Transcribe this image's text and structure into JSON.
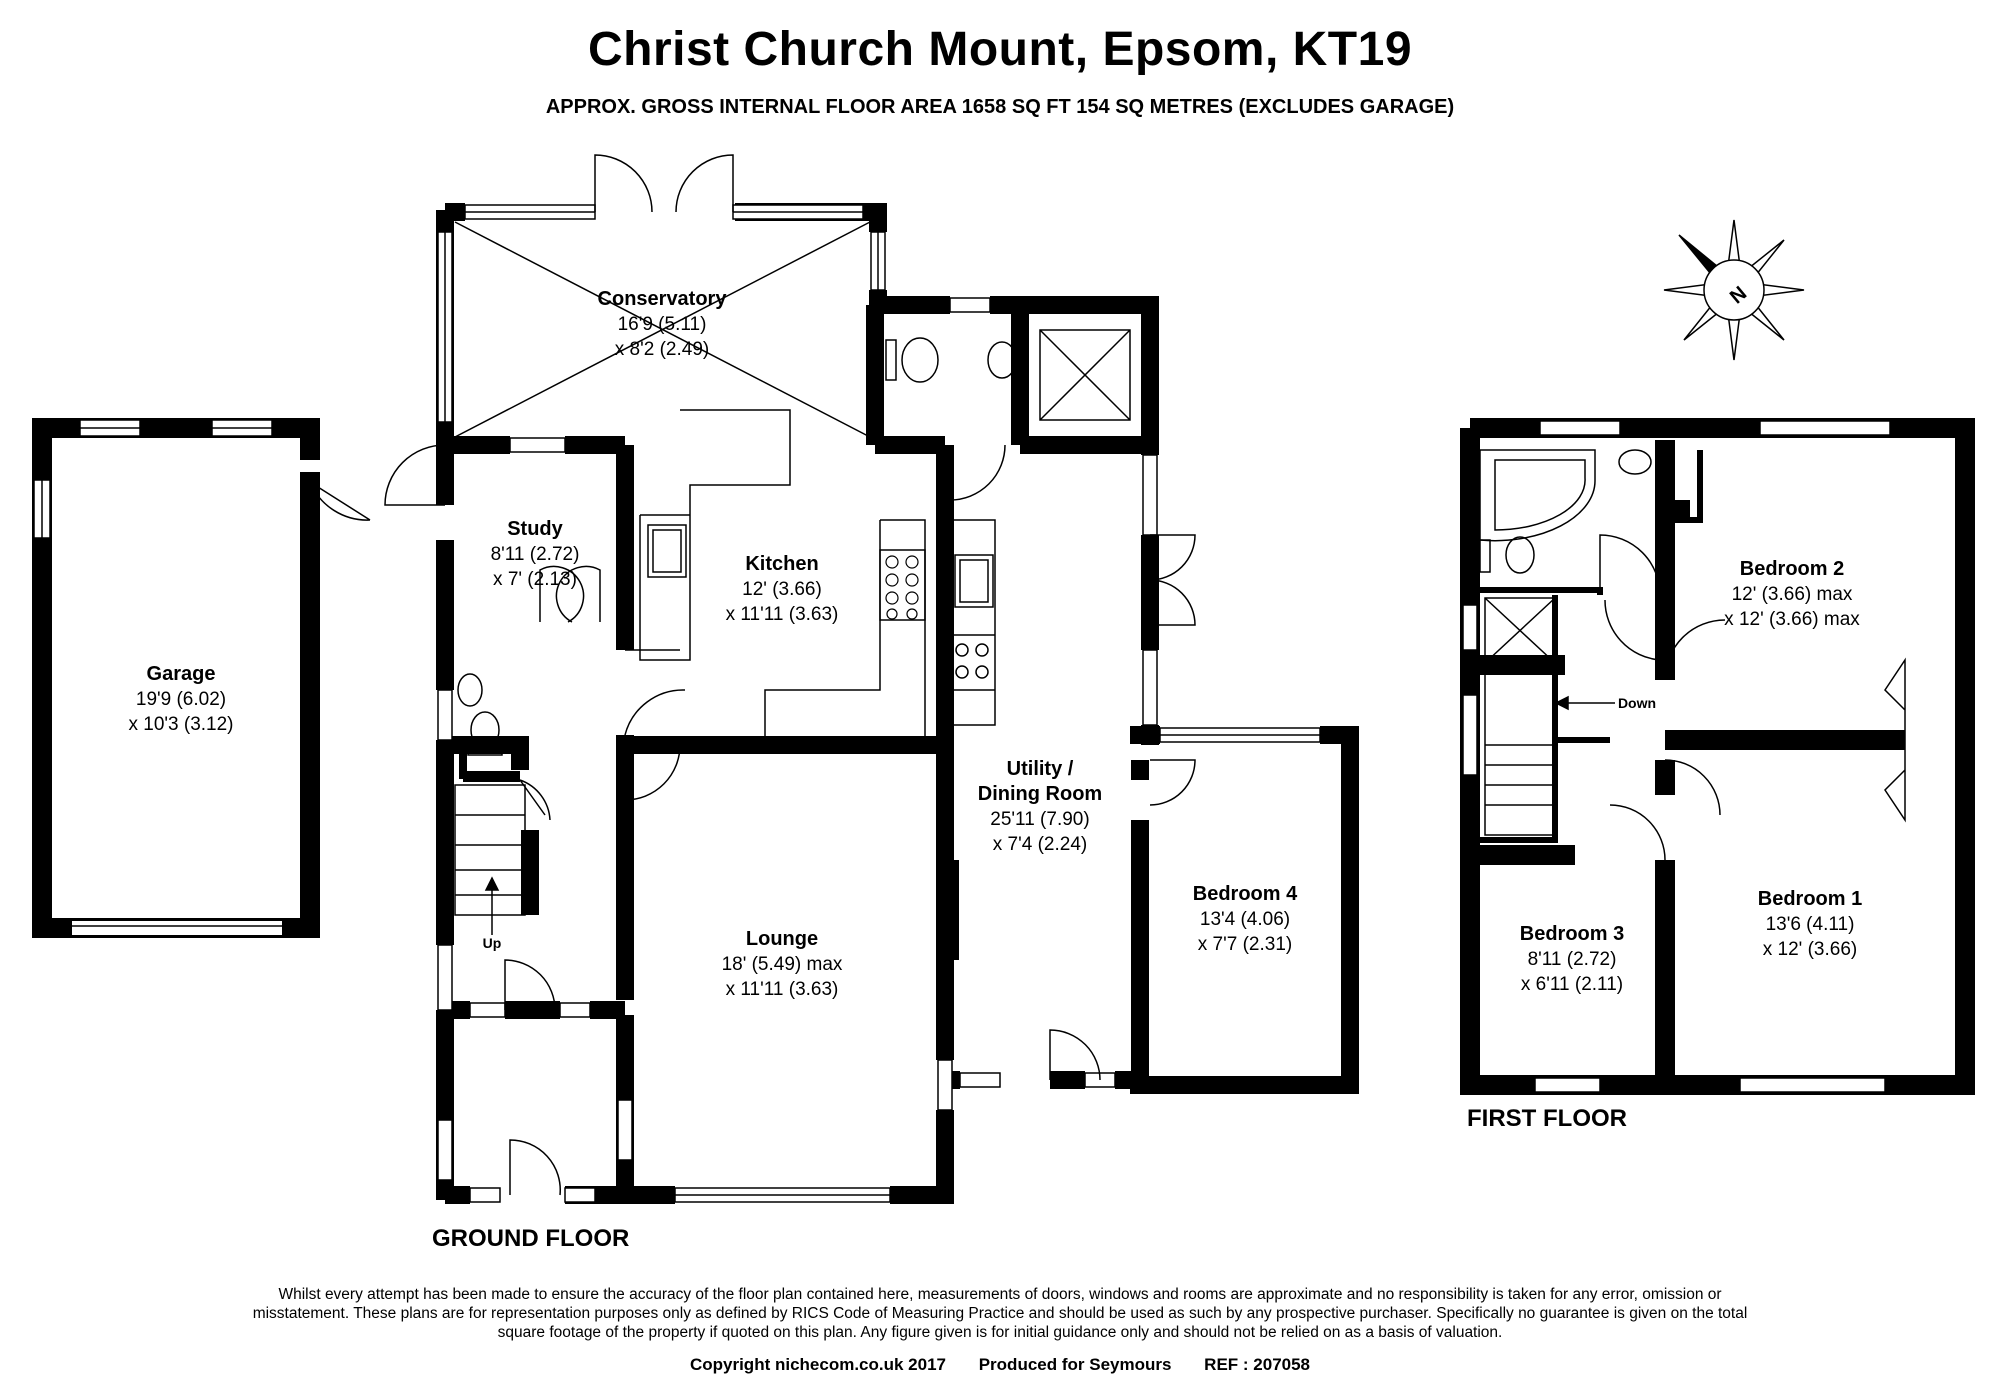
{
  "header": {
    "title": "Christ Church Mount, Epsom, KT19",
    "subtitle": "APPROX. GROSS INTERNAL FLOOR AREA 1658 SQ FT 154 SQ METRES (EXCLUDES GARAGE)"
  },
  "floors": {
    "ground": "GROUND FLOOR",
    "first": "FIRST FLOOR"
  },
  "rooms": {
    "conservatory": {
      "name": "Conservatory",
      "dim1": "16'9 (5.11)",
      "dim2": "x 8'2 (2.49)"
    },
    "study": {
      "name": "Study",
      "dim1": "8'11 (2.72)",
      "dim2": "x 7' (2.13)"
    },
    "kitchen": {
      "name": "Kitchen",
      "dim1": "12' (3.66)",
      "dim2": "x 11'11 (3.63)"
    },
    "garage": {
      "name": "Garage",
      "dim1": "19'9 (6.02)",
      "dim2": "x 10'3 (3.12)"
    },
    "utility": {
      "name1": "Utility /",
      "name2": "Dining Room",
      "dim1": "25'11 (7.90)",
      "dim2": "x 7'4 (2.24)"
    },
    "lounge": {
      "name": "Lounge",
      "dim1": "18' (5.49) max",
      "dim2": "x 11'11 (3.63)"
    },
    "bedroom4": {
      "name": "Bedroom 4",
      "dim1": "13'4 (4.06)",
      "dim2": "x 7'7 (2.31)"
    },
    "bedroom2": {
      "name": "Bedroom 2",
      "dim1": "12' (3.66) max",
      "dim2": "x 12' (3.66) max"
    },
    "bedroom1": {
      "name": "Bedroom 1",
      "dim1": "13'6 (4.11)",
      "dim2": "x 12' (3.66)"
    },
    "bedroom3": {
      "name": "Bedroom 3",
      "dim1": "8'11 (2.72)",
      "dim2": "x 6'11 (2.11)"
    }
  },
  "stairs": {
    "up": "Up",
    "down": "Down"
  },
  "compass": {
    "letter": "N"
  },
  "disclaimer": "Whilst every attempt has been made to ensure the accuracy of the floor plan contained here, measurements of doors, windows and rooms are approximate and no responsibility is taken for any error, omission or misstatement. These plans are for representation purposes only as defined by RICS Code of Measuring Practice and should be used as such by any prospective purchaser. Specifically no guarantee is given on the total square footage of the property if quoted on this plan. Any figure given is for initial guidance only and should not be relied on as a basis of valuation.",
  "footer": {
    "copyright": "Copyright nichecom.co.uk 2017",
    "produced": "Produced for Seymours",
    "ref": "REF : 207058"
  }
}
